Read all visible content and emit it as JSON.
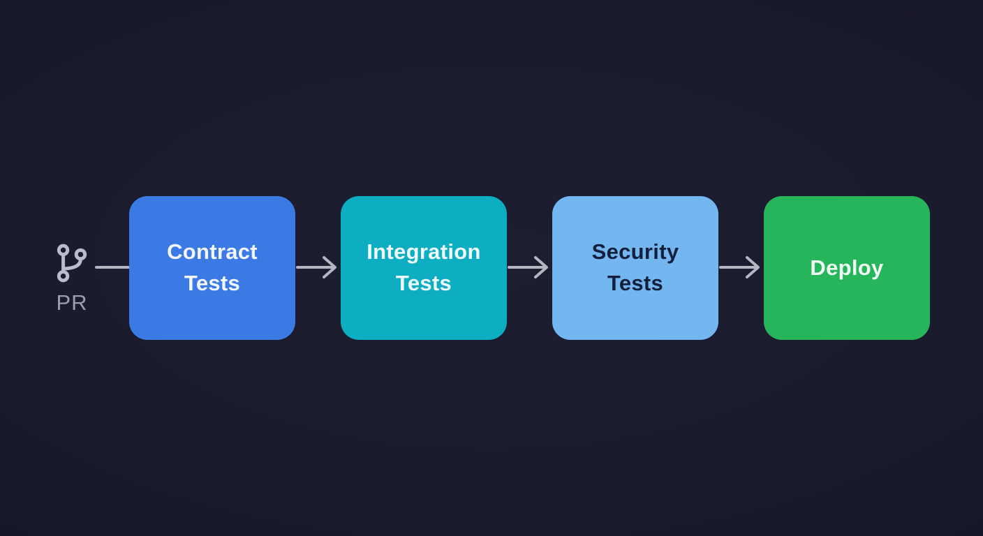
{
  "colors": {
    "background": "#1b1c2e",
    "connector": "#b3b7c2",
    "icon": "#b9bdc9",
    "source_label": "#9aa0ac"
  },
  "source": {
    "icon": "git-branch-icon",
    "label": "PR"
  },
  "nodes": [
    {
      "id": "contract-tests",
      "label": "Contract\nTests",
      "color": "#3b7ae5",
      "text_color": "#f3f6fd"
    },
    {
      "id": "integration-tests",
      "label": "Integration\nTests",
      "color": "#0dadc2",
      "text_color": "#eefafc"
    },
    {
      "id": "security-tests",
      "label": "Security\nTests",
      "color": "#74b6f0",
      "text_color": "#13203c"
    },
    {
      "id": "deploy",
      "label": "Deploy",
      "color": "#27b55c",
      "text_color": "#effaf3"
    }
  ],
  "connectors": [
    {
      "from": "pr",
      "to": "contract-tests",
      "style": "line"
    },
    {
      "from": "contract-tests",
      "to": "integration-tests",
      "style": "arrow"
    },
    {
      "from": "integration-tests",
      "to": "security-tests",
      "style": "arrow"
    },
    {
      "from": "security-tests",
      "to": "deploy",
      "style": "arrow"
    }
  ]
}
